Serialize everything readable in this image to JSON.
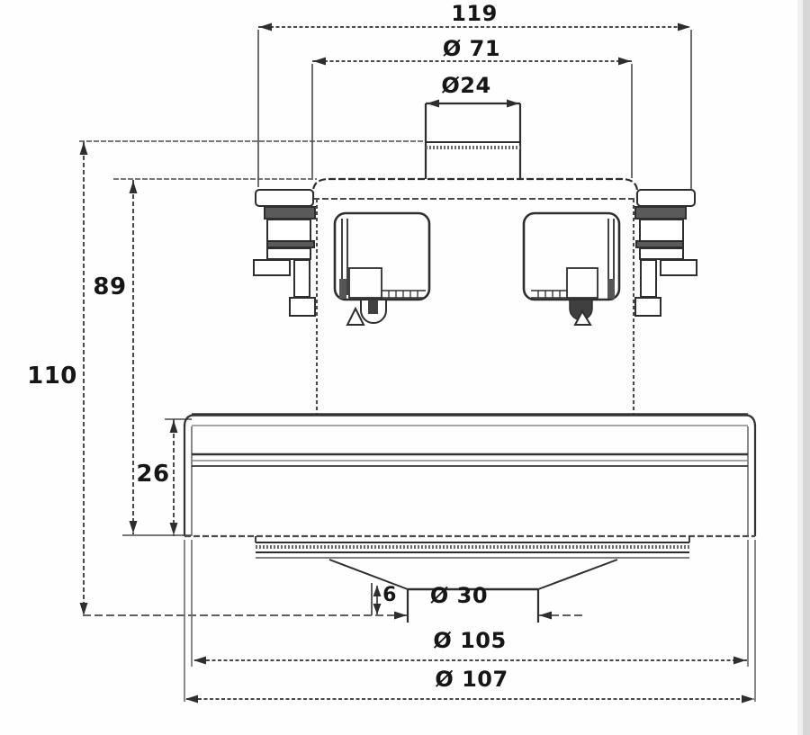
{
  "drawing": {
    "type": "technical-drawing",
    "subject": "vacuum-cleaner-motor-front-view",
    "dimensions": {
      "overall_width": "119",
      "upper_housing_diameter": "Ø 71",
      "shaft_boss_diameter": "Ø24",
      "overall_height": "110",
      "motor_body_height": "89",
      "fan_housing_height": "26",
      "inlet_collar_height": "6",
      "inlet_diameter": "Ø 30",
      "fan_inner_diameter": "Ø 105",
      "fan_outer_diameter": "Ø 107"
    },
    "colors": {
      "line": "#2e2e2e",
      "line_soft": "#555555",
      "background": "#fefefe",
      "scan_edge": "#d7d7d7"
    }
  }
}
